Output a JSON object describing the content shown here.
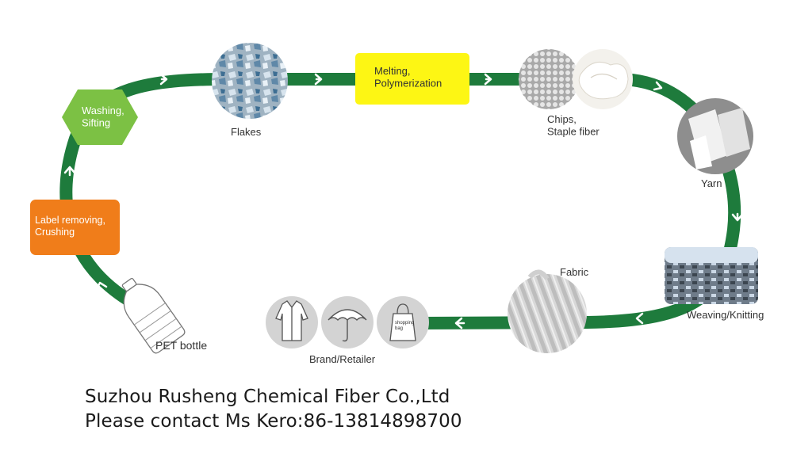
{
  "steps": {
    "label_removing": "Label removing,\nCrushing",
    "washing": "Washing,\nSifting",
    "melting": "Melting,\nPolymerization"
  },
  "captions": {
    "pet_bottle": "PET bottle",
    "flakes": "Flakes",
    "chips": "Chips,\nStaple fiber",
    "yarn": "Yarn",
    "weaving": "Weaving/Knitting",
    "fabric": "Fabric",
    "brand": "Brand/Retailer",
    "shopping_bag": "shopping\nbag"
  },
  "company": {
    "name": "Suzhou Rusheng Chemical Fiber Co.,Ltd",
    "contact": "Please contact Ms Kero:86-13814898700"
  },
  "colors": {
    "track": "#1e7b3c",
    "step_orange": "#f07d1a",
    "step_green": "#7cc144",
    "step_yellow": "#fdf614"
  },
  "icons": [
    "coat-icon",
    "umbrella-icon",
    "shopping-bag-icon",
    "bottle-icon"
  ]
}
